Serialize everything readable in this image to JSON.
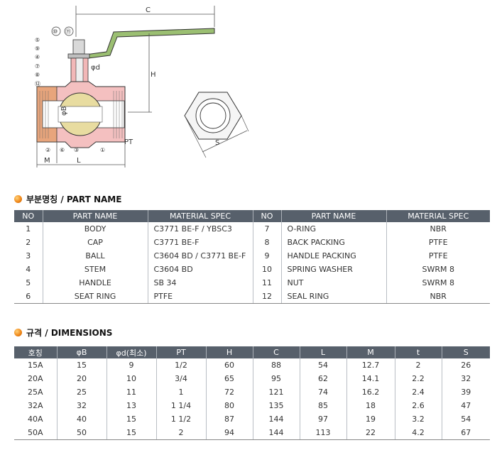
{
  "drawing": {
    "dim_labels": {
      "c": "C",
      "h": "H",
      "l": "L",
      "m": "M",
      "s": "S",
      "pt": "PT",
      "phi_d": "φd",
      "phi_b": "φB"
    },
    "balloons_left": [
      "⑩",
      "⑪",
      "⑤",
      "⑨",
      "④",
      "⑦",
      "⑧",
      "⑫"
    ],
    "balloons_bottom": [
      "②",
      "⑥",
      "③",
      "①"
    ]
  },
  "parts_section": {
    "title": "부분명칭 / PART NAME",
    "headers": [
      "NO",
      "PART NAME",
      "MATERIAL SPEC",
      "NO",
      "PART NAME",
      "MATERIAL SPEC"
    ],
    "rows": [
      [
        "1",
        "BODY",
        "C3771 BE-F / YBSC3",
        "7",
        "O-RING",
        "NBR"
      ],
      [
        "2",
        "CAP",
        "C3771 BE-F",
        "8",
        "BACK PACKING",
        "PTFE"
      ],
      [
        "3",
        "BALL",
        "C3604 BD / C3771 BE-F",
        "9",
        "HANDLE PACKING",
        "PTFE"
      ],
      [
        "4",
        "STEM",
        "C3604 BD",
        "10",
        "SPRING WASHER",
        "SWRM 8"
      ],
      [
        "5",
        "HANDLE",
        "SB 34",
        "11",
        "NUT",
        "SWRM 8"
      ],
      [
        "6",
        "SEAT RING",
        "PTFE",
        "12",
        "SEAL RING",
        "NBR"
      ]
    ]
  },
  "dims_section": {
    "title": "규격 / DIMENSIONS",
    "headers": [
      "호칭",
      "φB",
      "φd(최소)",
      "PT",
      "H",
      "C",
      "L",
      "M",
      "t",
      "S"
    ],
    "rows": [
      [
        "15A",
        "15",
        "9",
        "1/2",
        "60",
        "88",
        "54",
        "12.7",
        "2",
        "26"
      ],
      [
        "20A",
        "20",
        "10",
        "3/4",
        "65",
        "95",
        "62",
        "14.1",
        "2.2",
        "32"
      ],
      [
        "25A",
        "25",
        "11",
        "1",
        "72",
        "121",
        "74",
        "16.2",
        "2.4",
        "39"
      ],
      [
        "32A",
        "32",
        "13",
        "1 1/4",
        "80",
        "135",
        "85",
        "18",
        "2.6",
        "47"
      ],
      [
        "40A",
        "40",
        "15",
        "1 1/2",
        "87",
        "144",
        "97",
        "19",
        "3.2",
        "54"
      ],
      [
        "50A",
        "50",
        "15",
        "2",
        "94",
        "144",
        "113",
        "22",
        "4.2",
        "67"
      ]
    ]
  }
}
